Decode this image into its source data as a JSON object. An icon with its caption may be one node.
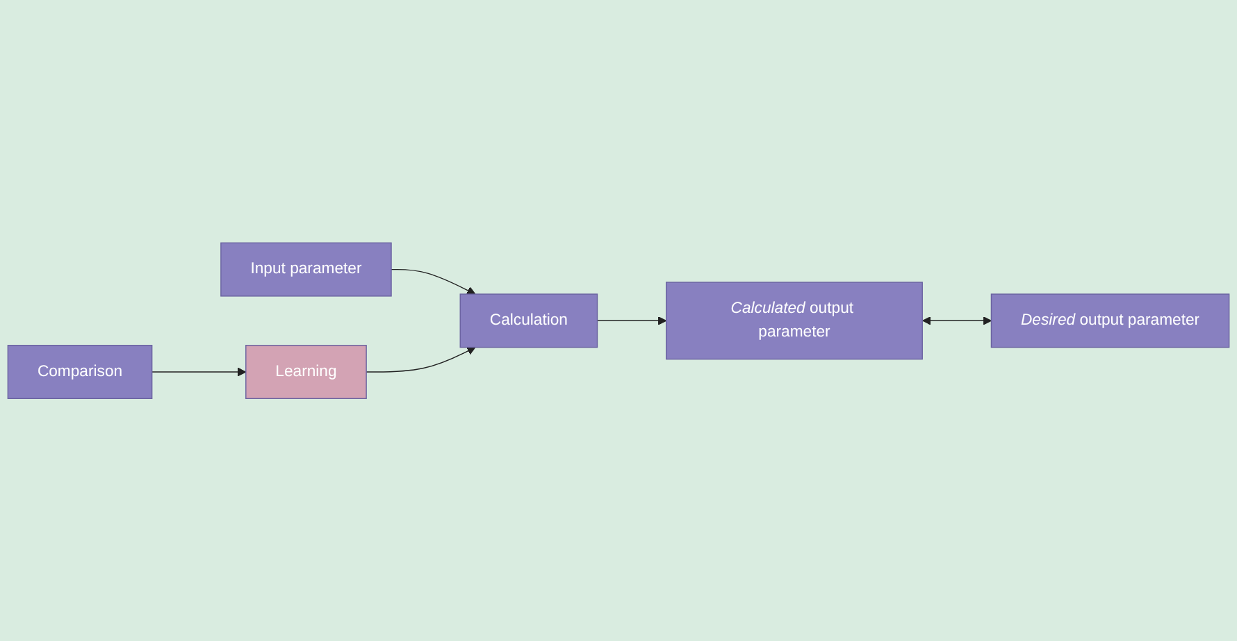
{
  "diagram": {
    "nodes": [
      {
        "text": [
          "Input parameter"
        ]
      },
      {
        "text": [
          "Calculation"
        ]
      },
      {
        "text": [
          "*Calculated* output parameter"
        ]
      },
      {
        "text": [
          "Learning"
        ]
      },
      {
        "text": [
          "Comparison"
        ]
      },
      {
        "text": [
          "*Desired* output parameter"
        ]
      }
    ],
    "edges": [
      {
        "from": 0,
        "to": 1,
        "arrow": "to"
      },
      {
        "from": 1,
        "to": 2,
        "arrow": "to"
      },
      {
        "from": 4,
        "to": 3,
        "arrow": "to"
      },
      {
        "from": 3,
        "to": 1,
        "arrow": "to"
      },
      {
        "from": 2,
        "to": 5,
        "arrow": "both"
      }
    ]
  }
}
